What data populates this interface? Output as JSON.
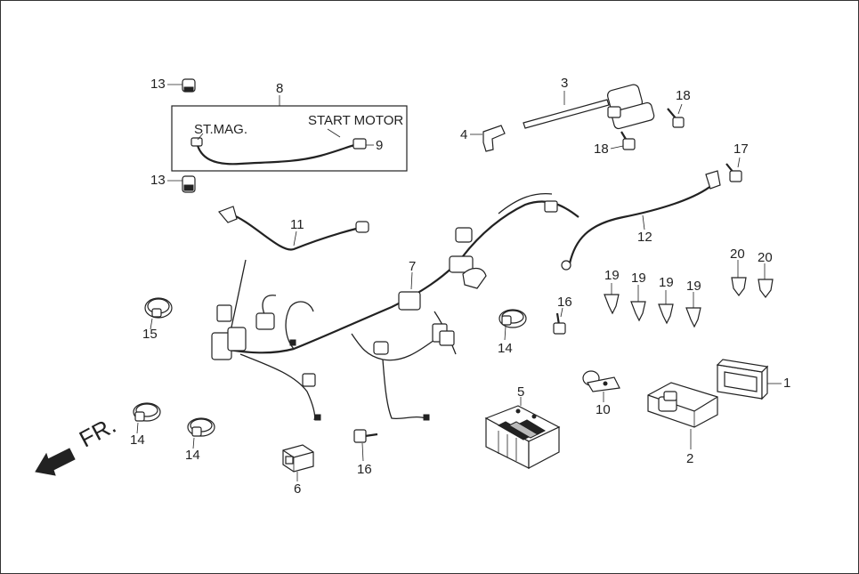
{
  "callouts": {
    "c1": "1",
    "c2": "2",
    "c3": "3",
    "c4": "4",
    "c5": "5",
    "c6": "6",
    "c7": "7",
    "c8": "8",
    "c9": "9",
    "c10": "10",
    "c11": "11",
    "c12": "12",
    "c13a": "13",
    "c13b": "13",
    "c14a": "14",
    "c14b": "14",
    "c14c": "14",
    "c15": "15",
    "c16a": "16",
    "c16b": "16",
    "c17": "17",
    "c18a": "18",
    "c18b": "18",
    "c19a": "19",
    "c19b": "19",
    "c19c": "19",
    "c19d": "19",
    "c20a": "20",
    "c20b": "20"
  },
  "inset": {
    "left_text": "ST.MAG.",
    "right_text": "START MOTOR"
  },
  "direction": {
    "label": "FR."
  }
}
